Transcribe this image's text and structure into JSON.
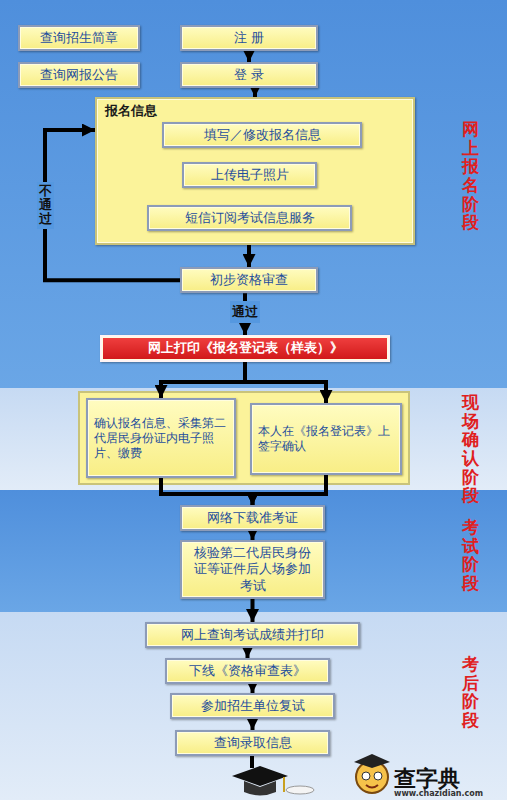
{
  "diagram": {
    "nodes": [
      {
        "text": [
          "查询招生简章"
        ]
      },
      {
        "text": [
          "注 册"
        ]
      },
      {
        "text": [
          "查询网报公告"
        ]
      },
      {
        "text": [
          "登 录"
        ]
      },
      {
        "text": [
          "报名信息"
        ]
      },
      {
        "text": [
          "填写／修改报名信息"
        ],
        "in": 4
      },
      {
        "text": [
          "上传电子照片"
        ],
        "in": 4
      },
      {
        "text": [
          "短信订阅考试信息服务"
        ],
        "in": 4
      },
      {
        "text": [
          "初步资格审查"
        ]
      },
      {
        "text": [
          "网上打印《报名登记表（样表）》"
        ]
      },
      {
        "text": [
          "确认报名信息、采集第二代居民身份证内电子照片、缴费"
        ]
      },
      {
        "text": [
          "本人在《报名登记表》上签字确认"
        ]
      },
      {
        "text": [
          "网络下载准考证"
        ]
      },
      {
        "text": [
          "核验第二代居民身份证等证件后人场参加考试"
        ]
      },
      {
        "text": [
          "网上查询考试成绩并打印"
        ]
      },
      {
        "text": [
          "下线《资格审查表》"
        ]
      },
      {
        "text": [
          "参加招生单位复试"
        ]
      },
      {
        "text": [
          "查询录取信息"
        ]
      }
    ],
    "edges": [
      {
        "from": 1,
        "to": 3,
        "arrow": "to"
      },
      {
        "from": 3,
        "to": 4,
        "arrow": "to"
      },
      {
        "from": 4,
        "to": 8,
        "arrow": "to"
      },
      {
        "from": 8,
        "to": 4,
        "label": "不通过",
        "arrow": "to"
      },
      {
        "from": 8,
        "to": 9,
        "label": "通过",
        "arrow": "to"
      },
      {
        "from": 9,
        "to": 10,
        "arrow": "to"
      },
      {
        "from": 9,
        "to": 11,
        "arrow": "to"
      },
      {
        "from": 10,
        "to": 12,
        "arrow": "to"
      },
      {
        "from": 11,
        "to": 12,
        "arrow": "to"
      },
      {
        "from": 12,
        "to": 13,
        "arrow": "to"
      },
      {
        "from": 13,
        "to": 14,
        "arrow": "to"
      },
      {
        "from": 14,
        "to": 15,
        "arrow": "to"
      },
      {
        "from": 15,
        "to": 16,
        "arrow": "to"
      },
      {
        "from": 16,
        "to": 17,
        "arrow": "to"
      }
    ],
    "labels": [
      "网上报名阶段",
      "现场确认阶段",
      "考试阶段",
      "考后阶段",
      "查字典",
      "www.chazidian.com"
    ]
  }
}
